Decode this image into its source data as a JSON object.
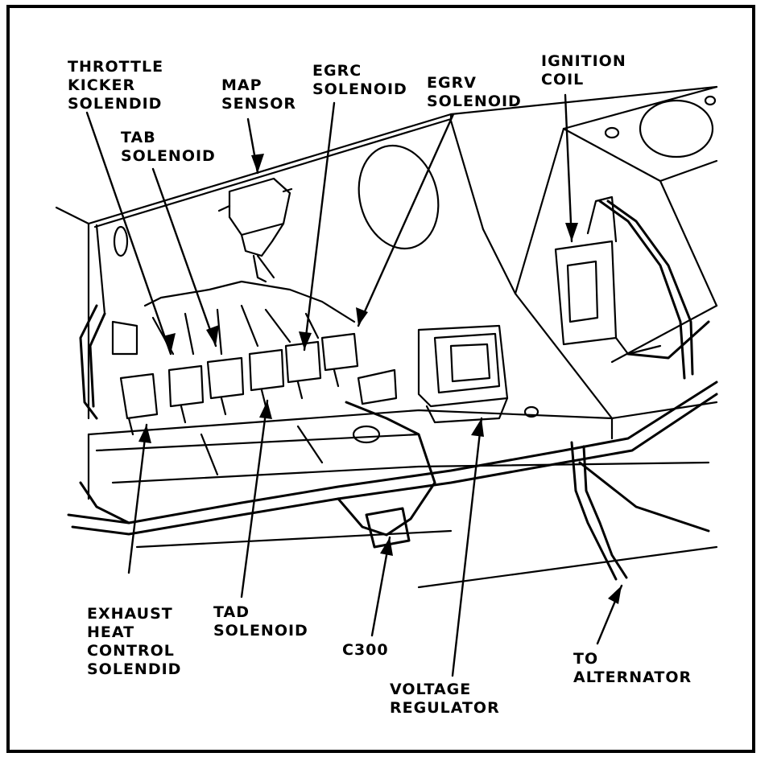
{
  "labels": {
    "throttle_kicker": [
      "THROTTLE",
      "KICKER",
      "SOLENDID"
    ],
    "tab_solenoid": [
      "TAB",
      "SOLENOID"
    ],
    "map_sensor": [
      "MAP",
      "SENSOR"
    ],
    "egrc_solenoid": [
      "EGRC",
      "SOLENOID"
    ],
    "egrv_solenoid": [
      "EGRV",
      "SOLENOID"
    ],
    "ignition_coil": [
      "IGNITION",
      "COIL"
    ],
    "exhaust_heat": [
      "EXHAUST",
      "HEAT",
      "CONTROL",
      "SOLENDID"
    ],
    "tad_solenoid": [
      "TAD",
      "SOLENOID"
    ],
    "c300": [
      "C300"
    ],
    "voltage_regulator": [
      "VOLTAGE",
      "REGULATOR"
    ],
    "to_alternator": [
      "TO",
      "ALTERNATOR"
    ]
  },
  "colors": {
    "ink": "#000000",
    "paper": "#ffffff"
  }
}
